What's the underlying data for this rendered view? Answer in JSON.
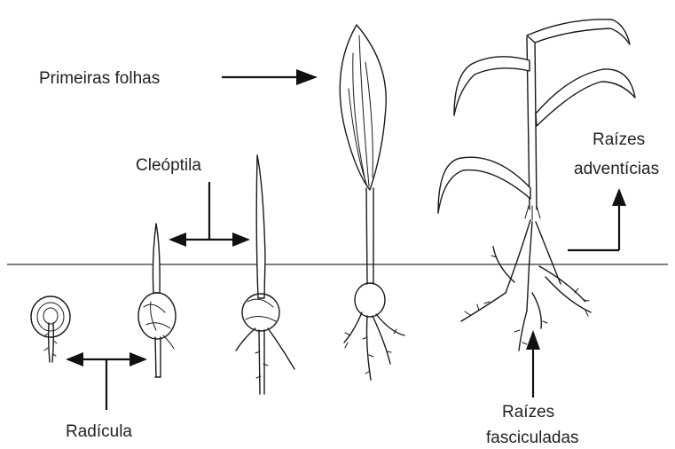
{
  "labels": {
    "primeiras_folhas": "Primeiras folhas",
    "cleoptila": "Cleóptila",
    "radicula": "Radícula",
    "raizes_adventicias_1": "Raízes",
    "raizes_adventicias_2": "adventícias",
    "raizes_fasciculadas_1": "Raízes",
    "raizes_fasciculadas_2": "fasciculadas"
  }
}
